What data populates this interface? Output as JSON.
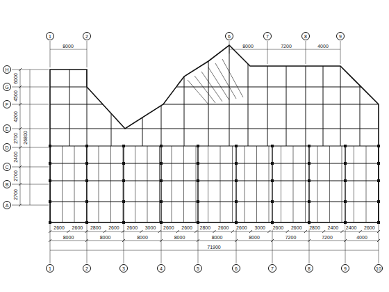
{
  "diagram": {
    "nodes": [
      {
        "text": [
          "1"
        ]
      },
      {
        "text": [
          "2"
        ]
      },
      {
        "text": [
          "6"
        ]
      },
      {
        "text": [
          "7"
        ]
      },
      {
        "text": [
          "8"
        ]
      },
      {
        "text": [
          "9"
        ]
      },
      {
        "text": [
          "H"
        ]
      },
      {
        "text": [
          "G"
        ]
      },
      {
        "text": [
          "F"
        ]
      },
      {
        "text": [
          "E"
        ]
      },
      {
        "text": [
          "D"
        ]
      },
      {
        "text": [
          "C"
        ]
      },
      {
        "text": [
          "B"
        ]
      },
      {
        "text": [
          "A"
        ]
      },
      {
        "text": [
          "1"
        ]
      },
      {
        "text": [
          "2"
        ]
      },
      {
        "text": [
          "3"
        ]
      },
      {
        "text": [
          "4"
        ]
      },
      {
        "text": [
          "5"
        ]
      },
      {
        "text": [
          "6"
        ]
      },
      {
        "text": [
          "7"
        ]
      },
      {
        "text": [
          "8"
        ]
      },
      {
        "text": [
          "9"
        ]
      },
      {
        "text": [
          "10"
        ]
      }
    ],
    "edges": [],
    "labels": [
      "8000",
      "8000",
      "7200",
      "4000",
      "6000",
      "4500",
      "4200",
      "2700",
      "2400",
      "2700",
      "2700",
      "26800",
      "2600",
      "2600",
      "2800",
      "2600",
      "2600",
      "3000",
      "2600",
      "2600",
      "2800",
      "2600",
      "2600",
      "3000",
      "2600",
      "2600",
      "2800",
      "2400",
      "2400",
      "2600",
      "8000",
      "8000",
      "8000",
      "8000",
      "8000",
      "8000",
      "7200",
      "7200",
      "4000",
      "71900"
    ]
  }
}
